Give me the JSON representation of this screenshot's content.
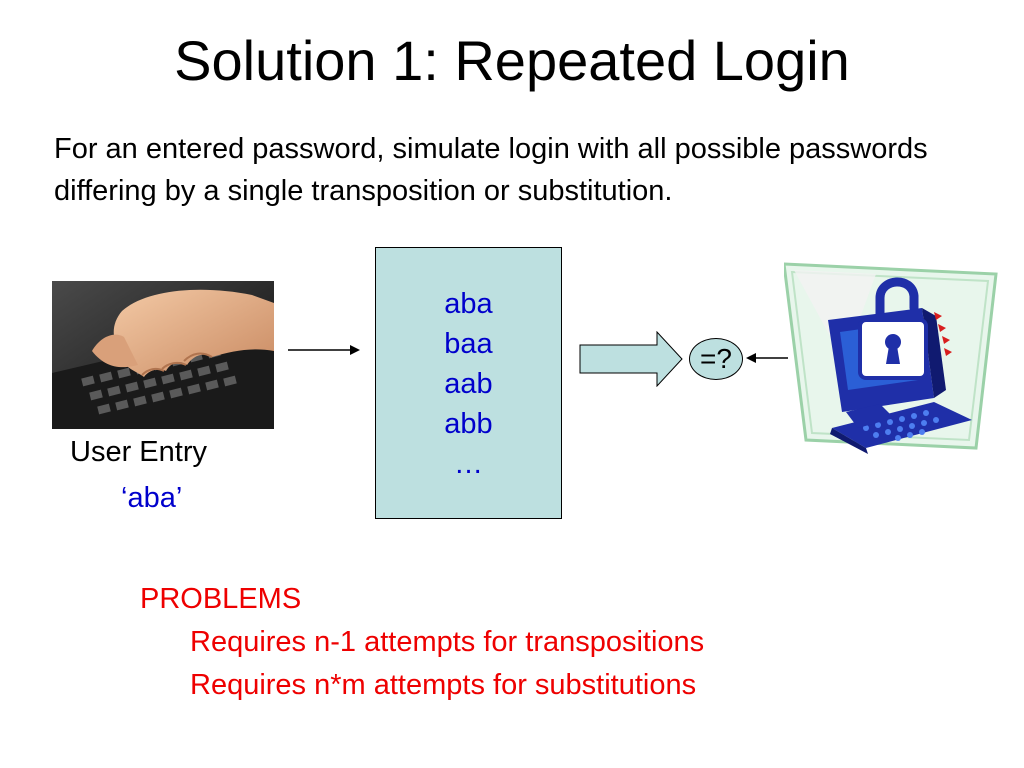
{
  "slide": {
    "title": "Solution 1: Repeated Login",
    "subtitle": "For an entered password, simulate login with all possible passwords differing by a single transposition or substitution."
  },
  "user_entry": {
    "label": "User Entry",
    "value": "‘aba’",
    "image_icon": "typing-hands-keyboard-photo"
  },
  "candidates": [
    "aba",
    "baa",
    "aab",
    "abb",
    "…"
  ],
  "compare": {
    "label": "=?"
  },
  "server_icon": "locked-computer-icon",
  "problems": {
    "heading": "PROBLEMS",
    "items": [
      "Requires n-1 attempts for transpositions",
      "Requires n*m attempts for substitutions"
    ]
  },
  "colors": {
    "text": "#000000",
    "candidate_text": "#0000cc",
    "problem_text": "#ee0000",
    "box_fill": "#bde0e0"
  }
}
